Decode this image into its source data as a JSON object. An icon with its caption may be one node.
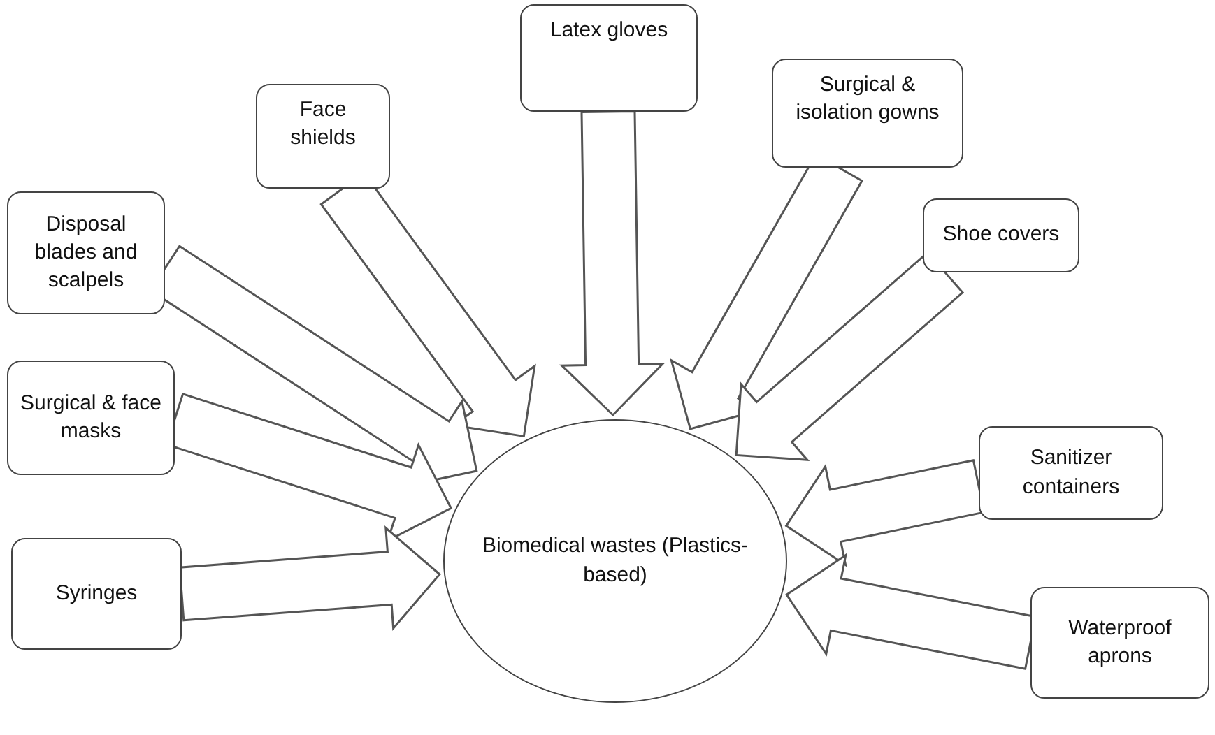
{
  "diagram": {
    "nodes": [
      {
        "text": [
          "Latex gloves"
        ]
      },
      {
        "text": [
          "Face shields"
        ]
      },
      {
        "text": [
          "Surgical & isolation gowns"
        ]
      },
      {
        "text": [
          "Disposal blades and scalpels"
        ]
      },
      {
        "text": [
          "Shoe covers"
        ]
      },
      {
        "text": [
          "Surgical & face masks"
        ]
      },
      {
        "text": [
          "Sanitizer containers"
        ]
      },
      {
        "text": [
          "Biomedical wastes (Plastics-based)"
        ]
      },
      {
        "text": [
          "Syringes"
        ]
      },
      {
        "text": [
          "Waterproof aprons"
        ]
      }
    ],
    "edges": [
      {
        "from": 0,
        "to": 7,
        "arrow": "to"
      },
      {
        "from": 1,
        "to": 7,
        "arrow": "to"
      },
      {
        "from": 2,
        "to": 7,
        "arrow": "to"
      },
      {
        "from": 3,
        "to": 7,
        "arrow": "to"
      },
      {
        "from": 4,
        "to": 7,
        "arrow": "to"
      },
      {
        "from": 5,
        "to": 7,
        "arrow": "to"
      },
      {
        "from": 6,
        "to": 7,
        "arrow": "to"
      },
      {
        "from": 8,
        "to": 7,
        "arrow": "to"
      },
      {
        "from": 9,
        "to": 7,
        "arrow": "to"
      }
    ]
  }
}
